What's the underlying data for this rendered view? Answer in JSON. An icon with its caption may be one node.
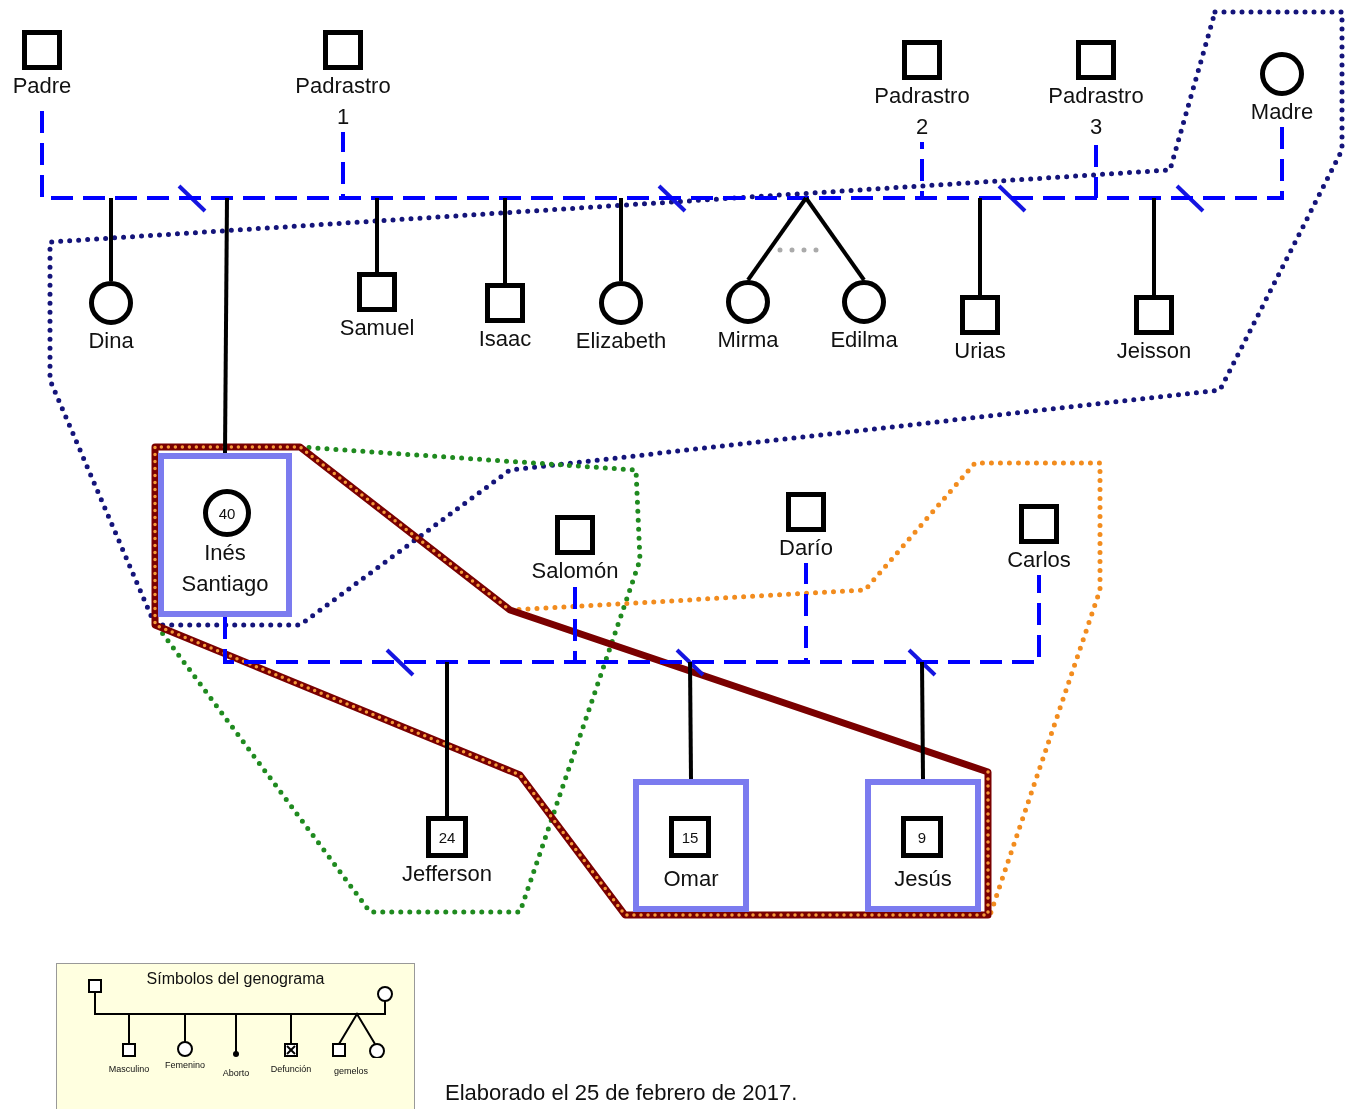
{
  "diagram": {
    "caption": "Elaborado el 25 de febrero de 2017.",
    "nodes": [
      {
        "text": [
          "Padre"
        ]
      },
      {
        "text": [
          "Padrastro 1"
        ]
      },
      {
        "text": [
          "Padrastro 2"
        ]
      },
      {
        "text": [
          "Padrastro 3"
        ]
      },
      {
        "text": [
          "Madre"
        ]
      },
      {
        "text": [
          "Dina"
        ]
      },
      {
        "text": [
          "Samuel"
        ]
      },
      {
        "text": [
          "Isaac"
        ]
      },
      {
        "text": [
          "Elizabeth"
        ]
      },
      {
        "text": [
          "Mirma"
        ]
      },
      {
        "text": [
          "Edilma"
        ]
      },
      {
        "text": [
          "Urias"
        ]
      },
      {
        "text": [
          "Jeisson"
        ]
      },
      {
        "text": [
          "Inés Santiago"
        ]
      },
      {
        "text": [
          "40"
        ],
        "in": 13
      },
      {
        "text": [
          "Salomón"
        ]
      },
      {
        "text": [
          "Darío"
        ]
      },
      {
        "text": [
          "Carlos"
        ]
      },
      {
        "text": [
          "24",
          "Jefferson"
        ]
      },
      {
        "text": [
          "Omar"
        ]
      },
      {
        "text": [
          "15"
        ],
        "in": 19
      },
      {
        "text": [
          "Jesús"
        ]
      },
      {
        "text": [
          "9"
        ],
        "in": 21
      }
    ],
    "edges": [
      {
        "from": 4,
        "to": 0,
        "arrow": "none",
        "style": "dashed",
        "color": "#0000ff"
      },
      {
        "from": 4,
        "to": 1,
        "arrow": "none",
        "style": "dashed",
        "color": "#0000ff"
      },
      {
        "from": 4,
        "to": 2,
        "arrow": "none",
        "style": "dashed",
        "color": "#0000ff"
      },
      {
        "from": 4,
        "to": 3,
        "arrow": "none",
        "style": "dashed",
        "color": "#0000ff"
      },
      {
        "from": 13,
        "to": 15,
        "arrow": "none",
        "style": "dashed",
        "color": "#0000ff"
      },
      {
        "from": 13,
        "to": 16,
        "arrow": "none",
        "style": "dashed",
        "color": "#0000ff"
      },
      {
        "from": 13,
        "to": 17,
        "arrow": "none",
        "style": "dashed",
        "color": "#0000ff"
      },
      {
        "from": null,
        "to": 5,
        "arrow": "none"
      },
      {
        "from": null,
        "to": 13,
        "arrow": "none"
      },
      {
        "from": null,
        "to": 6,
        "arrow": "none"
      },
      {
        "from": null,
        "to": 7,
        "arrow": "none"
      },
      {
        "from": null,
        "to": 8,
        "arrow": "none"
      },
      {
        "from": null,
        "to": 9,
        "arrow": "none"
      },
      {
        "from": null,
        "to": 10,
        "arrow": "none"
      },
      {
        "from": null,
        "to": 11,
        "arrow": "none"
      },
      {
        "from": null,
        "to": 12,
        "arrow": "none"
      },
      {
        "from": null,
        "to": 18,
        "arrow": "none"
      },
      {
        "from": null,
        "to": 19,
        "arrow": "none"
      },
      {
        "from": null,
        "to": 21,
        "arrow": "none"
      }
    ],
    "labels": [
      "Símbolos del genograma"
    ],
    "legend": [
      {
        "text": "Masculino"
      },
      {
        "text": "Femenino"
      },
      {
        "text": "Aborto"
      },
      {
        "text": "Defunción"
      },
      {
        "text": "gemelos"
      }
    ]
  }
}
